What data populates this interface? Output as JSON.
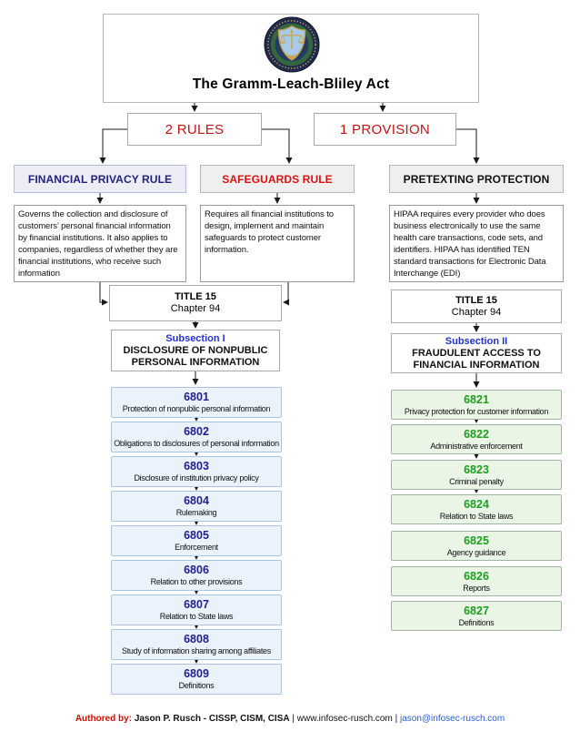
{
  "title": "The Gramm-Leach-Bliley Act",
  "branches": {
    "rules": "2 RULES",
    "provision": "1 PROVISION"
  },
  "sections": [
    {
      "title": "FINANCIAL PRIVACY RULE",
      "description": "Governs the collection and disclosure of customers’ personal financial information by financial institutions. It also applies to companies, regardless of whether they are financial institutions, who receive such information"
    },
    {
      "title": "SAFEGUARDS RULE",
      "description": "Requires all financial institutions to design, implement and maintain safeguards to protect customer information."
    },
    {
      "title": "PRETEXTING PROTECTION",
      "description": "HIPAA requires every provider who does business electronically to use the same health care transactions, code sets, and identifiers. HIPAA has identified TEN standard transactions for Electronic Data Interchange (EDI)"
    }
  ],
  "left_branch": {
    "title_box": {
      "line1": "TITLE 15",
      "line2": "Chapter 94"
    },
    "subsection": {
      "label": "Subsection I",
      "line1": "DISCLOSURE OF NONPUBLIC",
      "line2": "PERSONAL INFORMATION"
    },
    "items": [
      {
        "number": "6801",
        "label": "Protection of nonpublic personal information"
      },
      {
        "number": "6802",
        "label": "Obligations to disclosures of personal information"
      },
      {
        "number": "6803",
        "label": "Disclosure of institution privacy policy"
      },
      {
        "number": "6804",
        "label": "Rulemaking"
      },
      {
        "number": "6805",
        "label": "Enforcement"
      },
      {
        "number": "6806",
        "label": "Relation to other provisions"
      },
      {
        "number": "6807",
        "label": "Relation to State laws"
      },
      {
        "number": "6808",
        "label": "Study of information sharing among affiliates"
      },
      {
        "number": "6809",
        "label": "Definitions"
      }
    ]
  },
  "right_branch": {
    "title_box": {
      "line1": "TITLE 15",
      "line2": "Chapter 94"
    },
    "subsection": {
      "label": "Subsection II",
      "line1": "FRAUDULENT ACCESS TO",
      "line2": "FINANCIAL INFORMATION"
    },
    "items": [
      {
        "number": "6821",
        "label": "Privacy protection for customer information"
      },
      {
        "number": "6822",
        "label": "Administrative enforcement"
      },
      {
        "number": "6823",
        "label": "Criminal penalty"
      },
      {
        "number": "6824",
        "label": "Relation to State laws"
      },
      {
        "number": "6825",
        "label": "Agency guidance"
      },
      {
        "number": "6826",
        "label": "Reports"
      },
      {
        "number": "6827",
        "label": "Definitions"
      }
    ]
  },
  "footer": {
    "authored_by": "Authored by:",
    "author": "Jason P. Rusch - CISSP, CISM, CISA",
    "separator": "|",
    "website": "www.infosec-rusch.com",
    "email": "jason@infosec-rusch.com"
  },
  "colors": {
    "branch_red": "#c41414",
    "safeguards_red": "#e01010",
    "privacy_navy": "#22227e",
    "left_number_navy": "#1f1f8f",
    "right_number_green": "#1f9e1f",
    "subsection_blue": "#2233cc",
    "email_blue": "#2a5bd7",
    "left_item_bg": "#eaf2fb",
    "left_item_border": "#aec3e0",
    "right_item_bg": "#eaf5e6",
    "right_item_border": "#9fb59f"
  }
}
